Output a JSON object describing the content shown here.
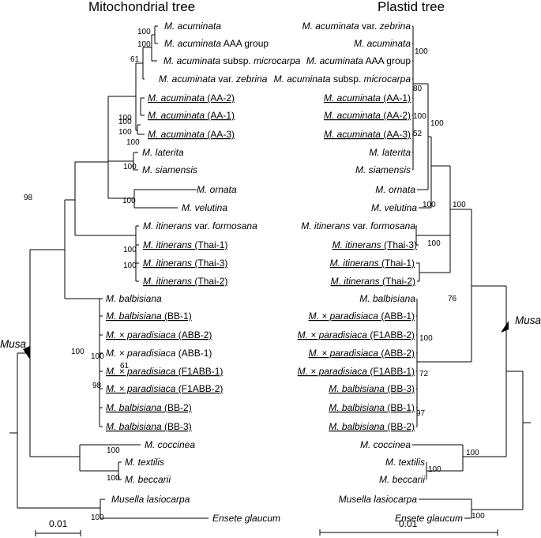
{
  "titles": {
    "left": "Mitochondrial tree",
    "right": "Plastid tree"
  },
  "clade_label": "Musa",
  "scale_bar": {
    "left": "0.01",
    "right": "0.01"
  },
  "mito_taxa": [
    {
      "sp": "M. acuminata",
      "suf": ""
    },
    {
      "sp": "M. acuminata",
      "suf": " AAA group"
    },
    {
      "sp": "M. acuminata",
      "suf": " subsp. ",
      "sp2": "microcarpa"
    },
    {
      "sp": "M. acuminata",
      "suf": " var. ",
      "sp2": "zebrina"
    },
    {
      "sp": "M. acuminata",
      "suf": " (AA-2)",
      "ul": true
    },
    {
      "sp": "M. acuminata",
      "suf": " (AA-1)",
      "ul": true
    },
    {
      "sp": "M. acuminata",
      "suf": " (AA-3)",
      "ul": true
    },
    {
      "sp": "M. laterita",
      "suf": ""
    },
    {
      "sp": "M. siamensis",
      "suf": ""
    },
    {
      "sp": "M. ornata",
      "suf": ""
    },
    {
      "sp": "M. velutina",
      "suf": ""
    },
    {
      "sp": "M. itinerans",
      "suf": " var. ",
      "sp2": "formosana"
    },
    {
      "sp": "M. itinerans",
      "suf": " (Thai-1)",
      "ul": true
    },
    {
      "sp": "M. itinerans",
      "suf": " (Thai-3)",
      "ul": true
    },
    {
      "sp": "M. itinerans",
      "suf": " (Thai-2)",
      "ul": true
    },
    {
      "sp": "M. balbisiana",
      "suf": ""
    },
    {
      "sp": "M. balbisiana",
      "suf": " (BB-1)",
      "ul": true
    },
    {
      "sp": "M. × paradisiaca",
      "suf": " (ABB-2)",
      "ul": true
    },
    {
      "sp": "M. × paradisiaca",
      "suf": " (ABB-1)"
    },
    {
      "sp": "M. × paradisiaca",
      "suf": " (F1ABB-1)",
      "ul": true
    },
    {
      "sp": "M. × paradisiaca",
      "suf": " (F1ABB-2)",
      "ul": true
    },
    {
      "sp": "M. balbisiana",
      "suf": " (BB-2)",
      "ul": true
    },
    {
      "sp": "M. balbisiana",
      "suf": " (BB-3)",
      "ul": true
    },
    {
      "sp": "M. coccinea",
      "suf": ""
    },
    {
      "sp": "M. textilis",
      "suf": ""
    },
    {
      "sp": "M. beccarii",
      "suf": ""
    },
    {
      "sp": "Musella lasiocarpa",
      "suf": ""
    },
    {
      "sp": "Ensete glaucum",
      "suf": ""
    }
  ],
  "plastid_taxa": [
    {
      "sp": "M. acuminata",
      "suf": " var. ",
      "sp2": "zebrina"
    },
    {
      "sp": "M. acuminata",
      "suf": ""
    },
    {
      "sp": "M. acuminata",
      "suf": " AAA group"
    },
    {
      "sp": "M. acuminata",
      "suf": " subsp. ",
      "sp2": "microcarpa"
    },
    {
      "sp": "M. acuminata",
      "suf": " (AA-1)",
      "ul": true
    },
    {
      "sp": "M. acuminata",
      "suf": " (AA-2)",
      "ul": true
    },
    {
      "sp": "M. acuminata",
      "suf": " (AA-3)",
      "ul": true
    },
    {
      "sp": "M. laterita",
      "suf": ""
    },
    {
      "sp": "M. siamensis",
      "suf": ""
    },
    {
      "sp": "M. ornata",
      "suf": ""
    },
    {
      "sp": "M. velutina",
      "suf": ""
    },
    {
      "sp": "M. itinerans",
      "suf": " var. ",
      "sp2": "formosana"
    },
    {
      "sp": "M. itinerans",
      "suf": " (Thai-3)",
      "ul": true
    },
    {
      "sp": "M. itinerans",
      "suf": " (Thai-1)",
      "ul": true
    },
    {
      "sp": "M. itinerans",
      "suf": " (Thai-2)",
      "ul": true
    },
    {
      "sp": "M. balbisiana",
      "suf": ""
    },
    {
      "sp": "M. × paradisiaca",
      "suf": " (ABB-1)",
      "ul": true
    },
    {
      "sp": "M. × paradisiaca",
      "suf": " (F1ABB-2)",
      "ul": true
    },
    {
      "sp": "M. × paradisiaca",
      "suf": " (ABB-2)",
      "ul": true
    },
    {
      "sp": "M. × paradisiaca",
      "suf": " (F1ABB-1)",
      "ul": true
    },
    {
      "sp": "M. balbisiana",
      "suf": " (BB-3)",
      "ul": true
    },
    {
      "sp": "M. balbisiana",
      "suf": " (BB-1)",
      "ul": true
    },
    {
      "sp": "M. balbisiana",
      "suf": " (BB-2)",
      "ul": true
    },
    {
      "sp": "M. coccinea",
      "suf": ""
    },
    {
      "sp": "M. textilis",
      "suf": ""
    },
    {
      "sp": "M. beccarii",
      "suf": ""
    },
    {
      "sp": "Musella lasiocarpa",
      "suf": ""
    },
    {
      "sp": "Ensete glaucum",
      "suf": ""
    }
  ],
  "mito_bootstrap": [
    "100",
    "100",
    "61",
    "100",
    "100",
    "100",
    "100",
    "100",
    "98",
    "100",
    "100",
    "100",
    "100",
    "100",
    "98",
    "61",
    "100",
    "100",
    "100"
  ],
  "plastid_bootstrap": [
    "100",
    "80",
    "100",
    "52",
    "100",
    "100",
    "100",
    "100",
    "76",
    "100",
    "72",
    "97",
    "100",
    "100",
    "100"
  ]
}
